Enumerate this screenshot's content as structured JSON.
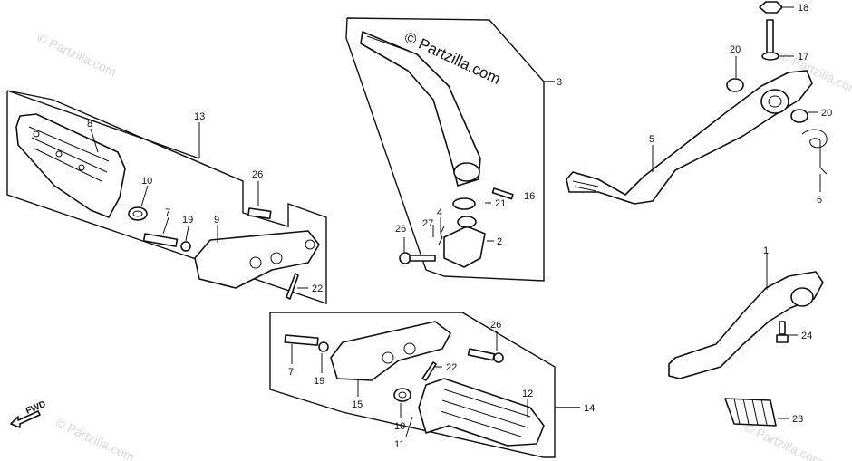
{
  "watermark": {
    "copyright": "© Partzilla.com",
    "faint_text": "© Partzilla.com"
  },
  "direction_label": "FWD",
  "callouts": [
    {
      "id": "c1",
      "text": "1"
    },
    {
      "id": "c2",
      "text": "2"
    },
    {
      "id": "c3",
      "text": "3"
    },
    {
      "id": "c4",
      "text": "4"
    },
    {
      "id": "c5",
      "text": "5"
    },
    {
      "id": "c6",
      "text": "6"
    },
    {
      "id": "c7a",
      "text": "7"
    },
    {
      "id": "c7b",
      "text": "7"
    },
    {
      "id": "c8",
      "text": "8"
    },
    {
      "id": "c9",
      "text": "9"
    },
    {
      "id": "c10a",
      "text": "10"
    },
    {
      "id": "c10b",
      "text": "10"
    },
    {
      "id": "c11",
      "text": "11"
    },
    {
      "id": "c12",
      "text": "12"
    },
    {
      "id": "c13",
      "text": "13"
    },
    {
      "id": "c14",
      "text": "14"
    },
    {
      "id": "c15",
      "text": "15"
    },
    {
      "id": "c16",
      "text": "16"
    },
    {
      "id": "c17",
      "text": "17"
    },
    {
      "id": "c18",
      "text": "18"
    },
    {
      "id": "c19a",
      "text": "19"
    },
    {
      "id": "c19b",
      "text": "19"
    },
    {
      "id": "c20a",
      "text": "20"
    },
    {
      "id": "c20b",
      "text": "20"
    },
    {
      "id": "c21",
      "text": "21"
    },
    {
      "id": "c22a",
      "text": "22"
    },
    {
      "id": "c22b",
      "text": "22"
    },
    {
      "id": "c23",
      "text": "23"
    },
    {
      "id": "c24",
      "text": "24"
    },
    {
      "id": "c26a",
      "text": "26"
    },
    {
      "id": "c26b",
      "text": "26"
    },
    {
      "id": "c26c",
      "text": "26"
    },
    {
      "id": "c27",
      "text": "27"
    }
  ]
}
